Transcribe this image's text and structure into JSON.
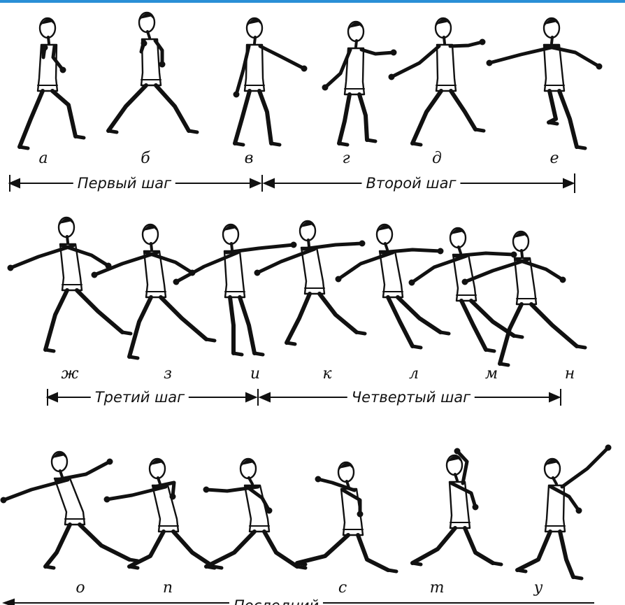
{
  "frame_labels": {
    "row1": [
      "а",
      "б",
      "в",
      "г",
      "д",
      "е"
    ],
    "row2": [
      "ж",
      "з",
      "и",
      "к",
      "л",
      "м",
      "н"
    ],
    "row3": [
      "о",
      "п",
      "",
      "с",
      "т",
      "у"
    ]
  },
  "phases": {
    "first_step": "Первый шаг",
    "second_step": "Второй шаг",
    "third_step": "Третий шаг",
    "fourth_step": "Четвертый шаг",
    "final": "Последний"
  },
  "colors": {
    "ink": "#111111",
    "top_bar": "#2a8fd6"
  }
}
